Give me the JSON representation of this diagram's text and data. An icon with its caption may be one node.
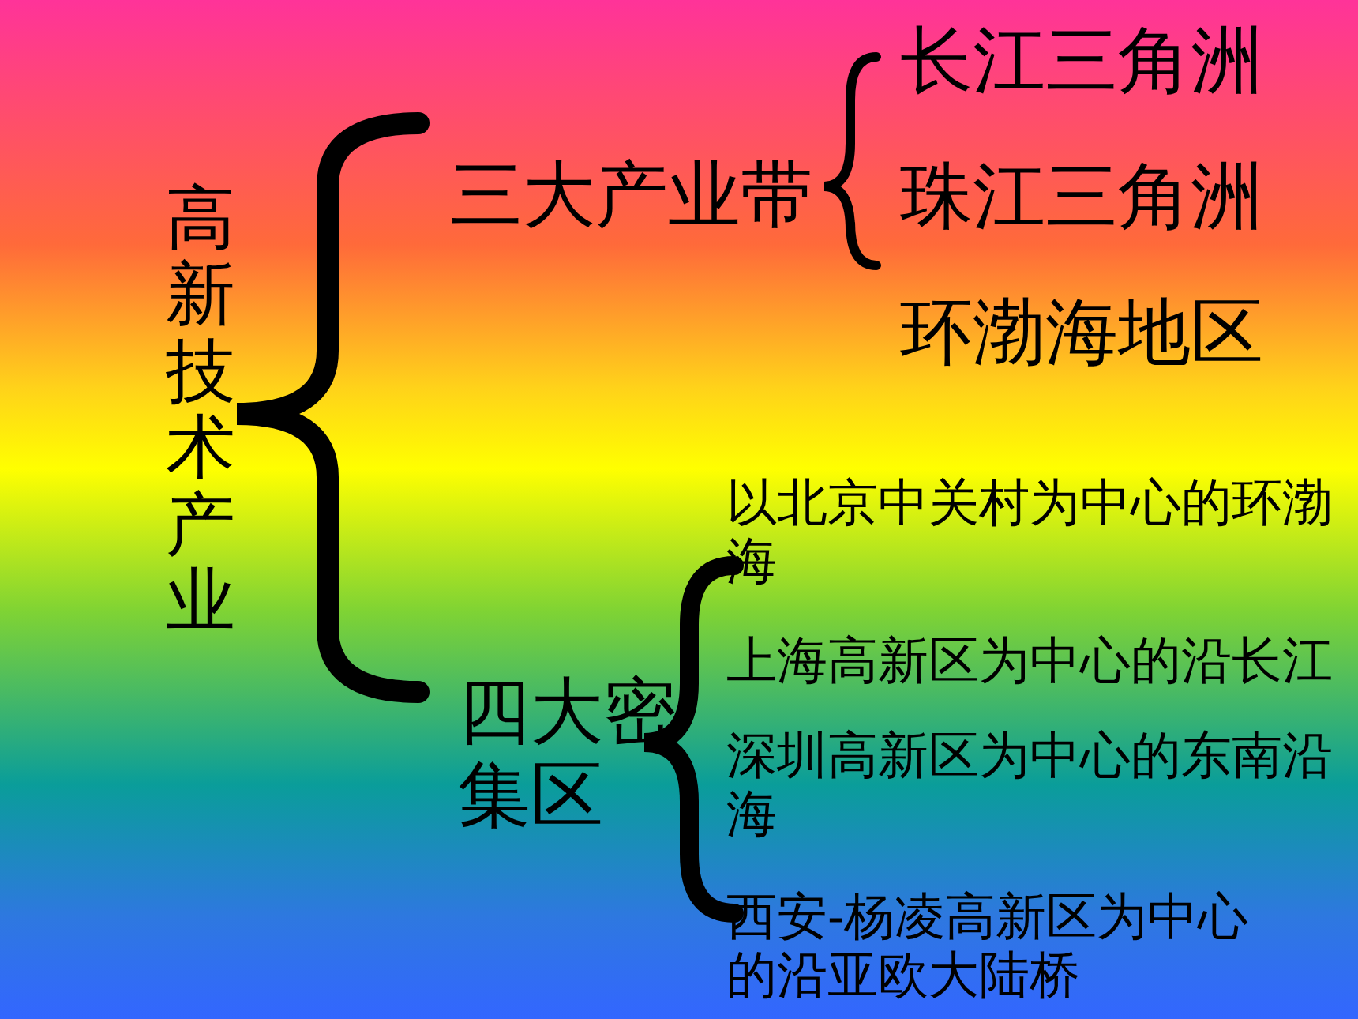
{
  "diagram": {
    "nodes": [
      {
        "text": [
          "高新技术产业"
        ]
      },
      {
        "text": [
          "三大产业带"
        ]
      },
      {
        "text": [
          "长江三角洲"
        ]
      },
      {
        "text": [
          "珠江三角洲"
        ]
      },
      {
        "text": [
          "环渤海地区"
        ]
      },
      {
        "text": [
          "四大密集区"
        ]
      },
      {
        "text": [
          "以北京中关村为中心的环渤海"
        ]
      },
      {
        "text": [
          "上海高新区为中心的沿长江"
        ]
      },
      {
        "text": [
          "深圳高新区为中心的东南沿海"
        ]
      },
      {
        "text": [
          "西安-杨凌高新区为中心的沿亚欧大陆桥"
        ]
      }
    ]
  }
}
